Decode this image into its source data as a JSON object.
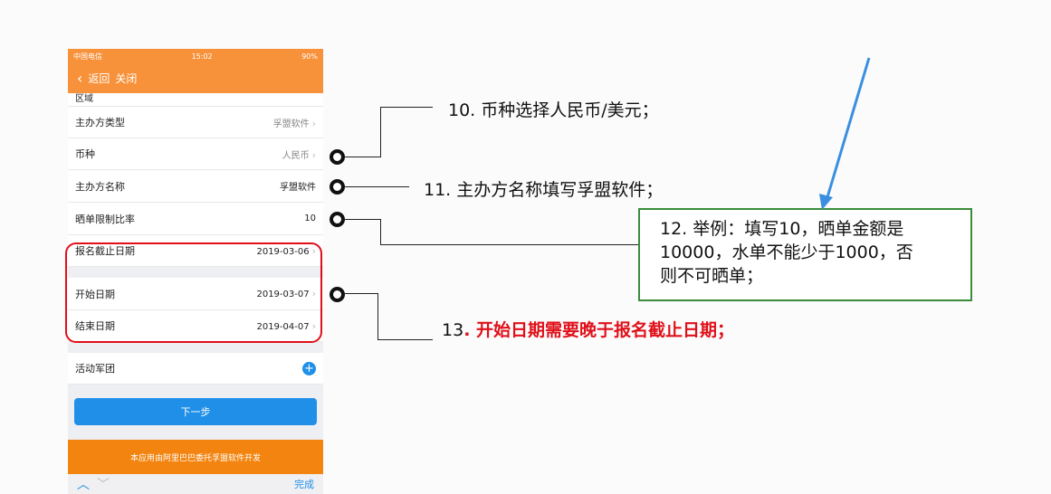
{
  "status": {
    "carrier": "中国电信",
    "time": "15:02",
    "battery": "90%"
  },
  "nav": {
    "back": "返回",
    "close": "关闭"
  },
  "rows": [
    {
      "label": "区域",
      "value": "",
      "partial": true
    },
    {
      "label": "主办方类型",
      "value": "孚盟软件"
    },
    {
      "label": "币种",
      "value": "人民币"
    },
    {
      "label": "主办方名称",
      "value": "孚盟软件"
    },
    {
      "label": "晒单限制比率",
      "value": "10"
    },
    {
      "label": "报名截止日期",
      "value": "2019-03-06"
    },
    {
      "label": "开始日期",
      "value": "2019-03-07"
    },
    {
      "label": "结束日期",
      "value": "2019-04-07"
    },
    {
      "label": "活动军团",
      "value": ""
    }
  ],
  "next_button": "下一步",
  "footer": "本应用由阿里巴巴委托孚盟软件开发",
  "toolbar": {
    "done": "完成"
  },
  "notes": {
    "n10": "10. 币种选择人民币/美元；",
    "n11": "11. 主办方名称填写孚盟软件；",
    "n12_line1": "12. 举例：填写10，晒单金额是",
    "n12_line2": "10000，水单不能少于1000，否",
    "n12_line3": "则不可晒单；",
    "n13_num": "13",
    "n13_text": ". 开始日期需要晚于报名截止日期；"
  },
  "colors": {
    "orange": "#f7913a",
    "blue": "#1f8fe8",
    "red": "#e0101a",
    "green": "#3a8c3a"
  }
}
